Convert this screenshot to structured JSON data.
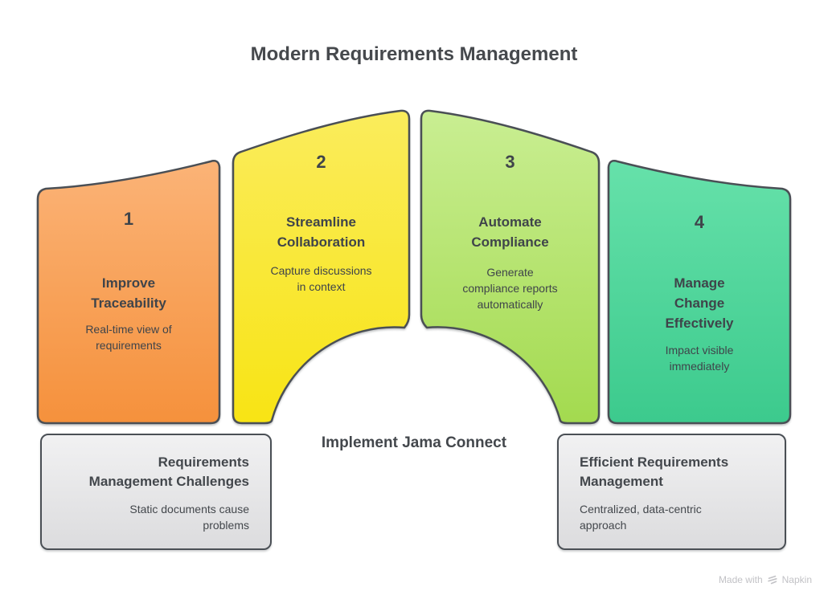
{
  "diagram": {
    "title": "Modern Requirements Management",
    "center_label": "Implement Jama Connect",
    "border_color": "#4a4f55",
    "text_color": "#3f444a"
  },
  "panels": [
    {
      "number": "1",
      "title": "Improve\nTraceability",
      "subtitle": "Real-time view of\nrequirements",
      "color_top": "#fbb377",
      "color_bottom": "#f5913c"
    },
    {
      "number": "2",
      "title": "Streamline\nCollaboration",
      "subtitle": "Capture discussions\nin context",
      "color_top": "#faec5c",
      "color_bottom": "#f8e414"
    },
    {
      "number": "3",
      "title": "Automate\nCompliance",
      "subtitle": "Generate\ncompliance reports\nautomatically",
      "color_top": "#c9ee92",
      "color_bottom": "#a3da4f"
    },
    {
      "number": "4",
      "title": "Manage\nChange\nEffectively",
      "subtitle": "Impact visible\nimmediately",
      "color_top": "#66e1aa",
      "color_bottom": "#3cca8d"
    }
  ],
  "info_boxes": {
    "left": {
      "title": "Requirements\nManagement Challenges",
      "subtitle": "Static documents cause\nproblems"
    },
    "right": {
      "title": "Efficient Requirements\nManagement",
      "subtitle": "Centralized, data-centric\napproach"
    }
  },
  "watermark": {
    "prefix": "Made with",
    "brand": "Napkin"
  }
}
